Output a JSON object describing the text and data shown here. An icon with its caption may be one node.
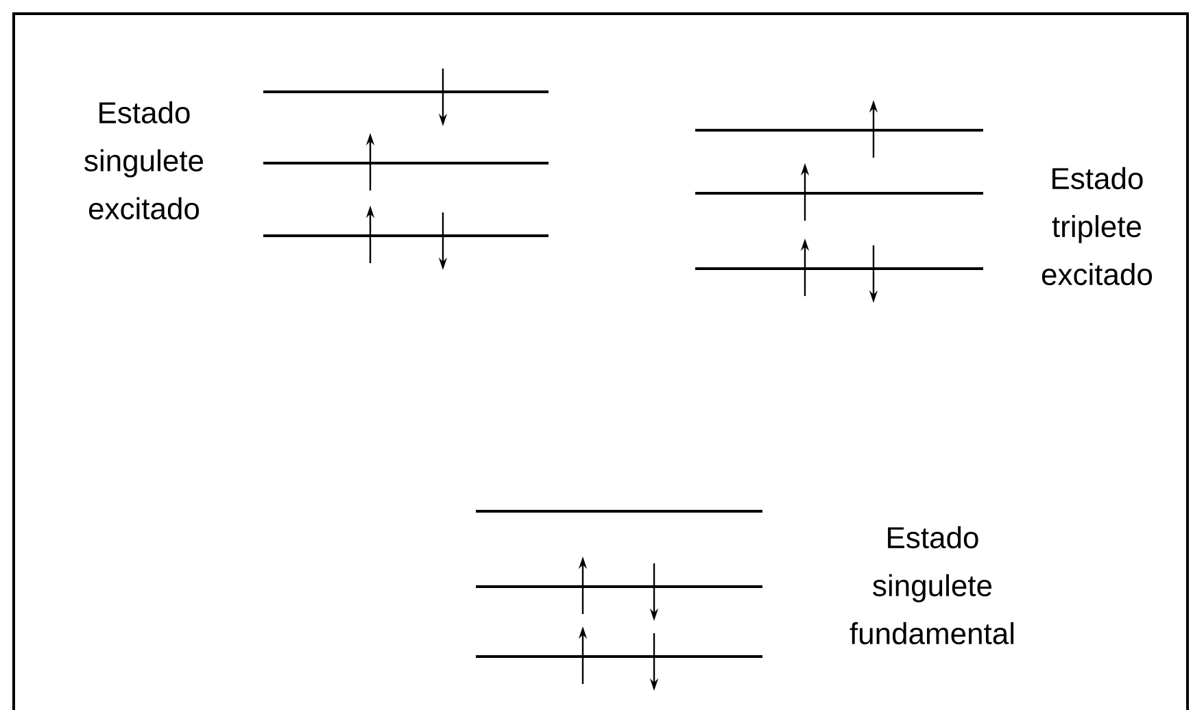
{
  "diagram": {
    "labels": [
      "Estado singulete excitado",
      "Estado triplete excitado",
      "Estado singulete fundamental"
    ]
  }
}
